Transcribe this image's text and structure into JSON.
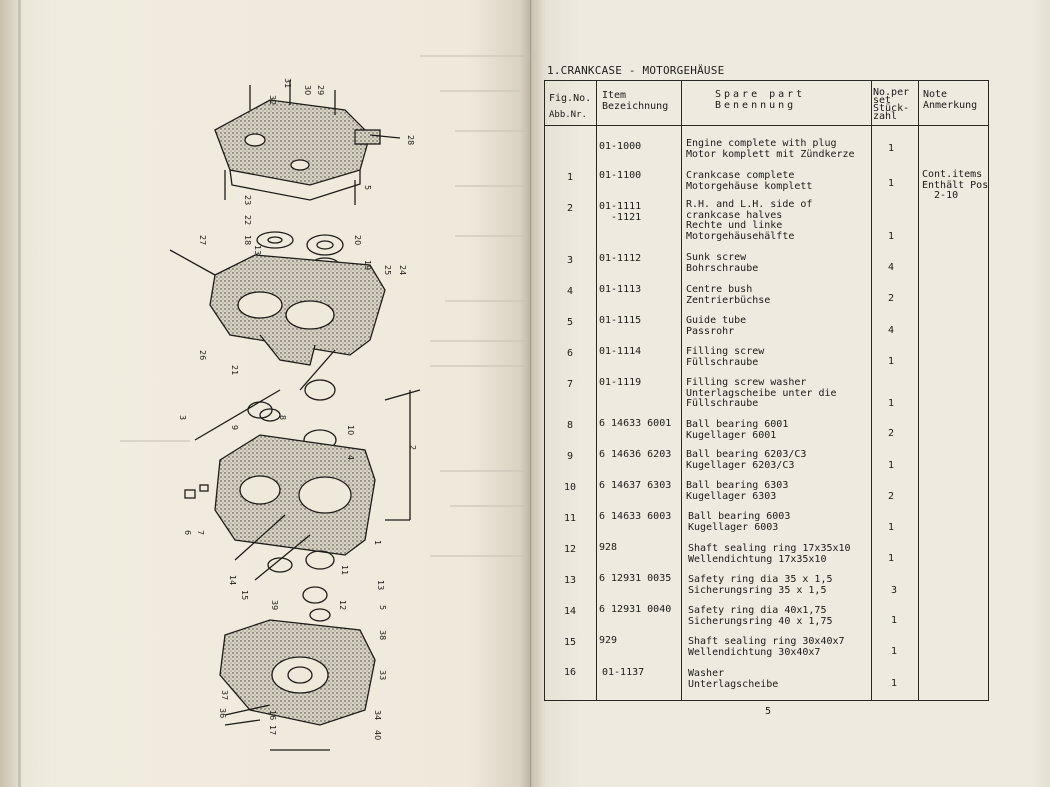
{
  "section_title": "1.CRANKCASE - MOTORGEHÄUSE",
  "page_number": "5",
  "table": {
    "headers": {
      "fig_no": "Fig.No.",
      "abb_nr": "Abb.Nr.",
      "item": "Item",
      "bezeichnung": "Bezeichnung",
      "spare_part": "Spare part",
      "benennung": "Benennung",
      "no_per_set_1": "No.per",
      "no_per_set_2": "set",
      "stueckzahl_1": "Stück-",
      "stueckzahl_2": "zahl",
      "note": "Note",
      "anmerkung": "Anmerkung"
    },
    "rows": [
      {
        "fig": "",
        "item": "01-1000",
        "desc": "Engine complete with plug\nMotor komplett mit Zündkerze",
        "qty": "1",
        "note": ""
      },
      {
        "fig": "1",
        "item": "01-1100",
        "desc": "Crankcase complete\nMotorgehäuse komplett",
        "qty": "1",
        "note": "Cont.items\nEnthält Pos\n  2-10"
      },
      {
        "fig": "2",
        "item": "01-1111\n  -1121",
        "desc": "R.H. and L.H. side of\ncrankcase halves\nRechte und linke\nMotorgehäusehälfte",
        "qty": "1",
        "note": ""
      },
      {
        "fig": "3",
        "item": "01-1112",
        "desc": "Sunk screw\nBohrschraube",
        "qty": "4",
        "note": ""
      },
      {
        "fig": "4",
        "item": "01-1113",
        "desc": "Centre bush\nZentrierbüchse",
        "qty": "2",
        "note": ""
      },
      {
        "fig": "5",
        "item": "01-1115",
        "desc": "Guide tube\nPassrohr",
        "qty": "4",
        "note": ""
      },
      {
        "fig": "6",
        "item": "01-1114",
        "desc": "Filling screw\nFüllschraube",
        "qty": "1",
        "note": ""
      },
      {
        "fig": "7",
        "item": "01-1119",
        "desc": "Filling screw washer\nUnterlagscheibe unter die\nFüllschraube",
        "qty": "1",
        "note": ""
      },
      {
        "fig": "8",
        "item": "6 14633 6001",
        "desc": "Ball bearing 6001\nKugellager 6001",
        "qty": "2",
        "note": ""
      },
      {
        "fig": "9",
        "item": "6 14636 6203",
        "desc": "Ball bearing 6203/C3\nKugellager 6203/C3",
        "qty": "1",
        "note": ""
      },
      {
        "fig": "10",
        "item": "6 14637 6303",
        "desc": "Ball bearing 6303\nKugellager 6303",
        "qty": "2",
        "note": ""
      },
      {
        "fig": "11",
        "item": "6 14633 6003",
        "desc": "Ball bearing 6003\nKugellager 6003",
        "qty": "1",
        "note": ""
      },
      {
        "fig": "12",
        "item": "928",
        "desc": "Shaft sealing ring 17x35x10\nWellendichtung 17x35x10",
        "qty": "1",
        "note": ""
      },
      {
        "fig": "13",
        "item": "6 12931 0035",
        "desc": "Safety ring dia 35 x 1,5\nSicherungsring 35 x 1,5",
        "qty": "3",
        "note": ""
      },
      {
        "fig": "14",
        "item": "6 12931 0040",
        "desc": "Safety ring dia 40x1,75\nSicherungsring 40 x 1,75",
        "qty": "1",
        "note": ""
      },
      {
        "fig": "15",
        "item": "929",
        "desc": "Shaft sealing ring 30x40x7\nWellendichtung 30x40x7",
        "qty": "1",
        "note": ""
      },
      {
        "fig": "16",
        "item": "01-1137",
        "desc": "Washer\nUnterlagscheibe",
        "qty": "1",
        "note": ""
      }
    ]
  },
  "diagram": {
    "callouts": [
      "31",
      "32",
      "30",
      "29",
      "28",
      "5",
      "23",
      "22",
      "18",
      "13",
      "20",
      "27",
      "19",
      "25",
      "24",
      "26",
      "21",
      "3",
      "8",
      "9",
      "10",
      "4",
      "2",
      "6",
      "7",
      "14",
      "15",
      "11",
      "1",
      "39",
      "12",
      "13",
      "5",
      "38",
      "33",
      "37",
      "36",
      "16",
      "17",
      "34",
      "40"
    ]
  }
}
